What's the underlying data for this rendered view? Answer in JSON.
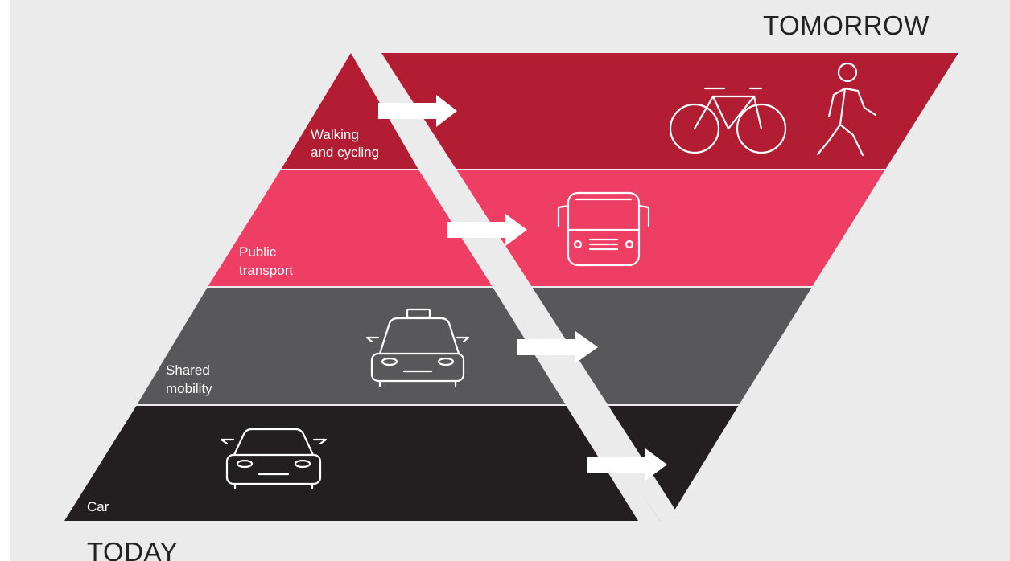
{
  "headings": {
    "tomorrow": "TOMORROW",
    "today": "TODAY"
  },
  "bands": [
    {
      "key": "walking",
      "label_lines": [
        "Walking",
        "and cycling"
      ],
      "icons": [
        "bicycle-icon",
        "pedestrian-icon"
      ],
      "color": "#b31d33"
    },
    {
      "key": "public",
      "label_lines": [
        "Public",
        "transport"
      ],
      "icons": [
        "bus-icon"
      ],
      "color": "#ee3e63"
    },
    {
      "key": "shared",
      "label_lines": [
        "Shared",
        "mobility"
      ],
      "icons": [
        "taxi-icon"
      ],
      "color": "#58585a"
    },
    {
      "key": "car",
      "label_lines": [
        "Car"
      ],
      "icons": [
        "car-icon"
      ],
      "color": "#231f20"
    }
  ],
  "colors": {
    "background": "#ebebeb",
    "divider": "#ebebeb",
    "arrow": "#ffffff",
    "title_text": "#222222"
  }
}
